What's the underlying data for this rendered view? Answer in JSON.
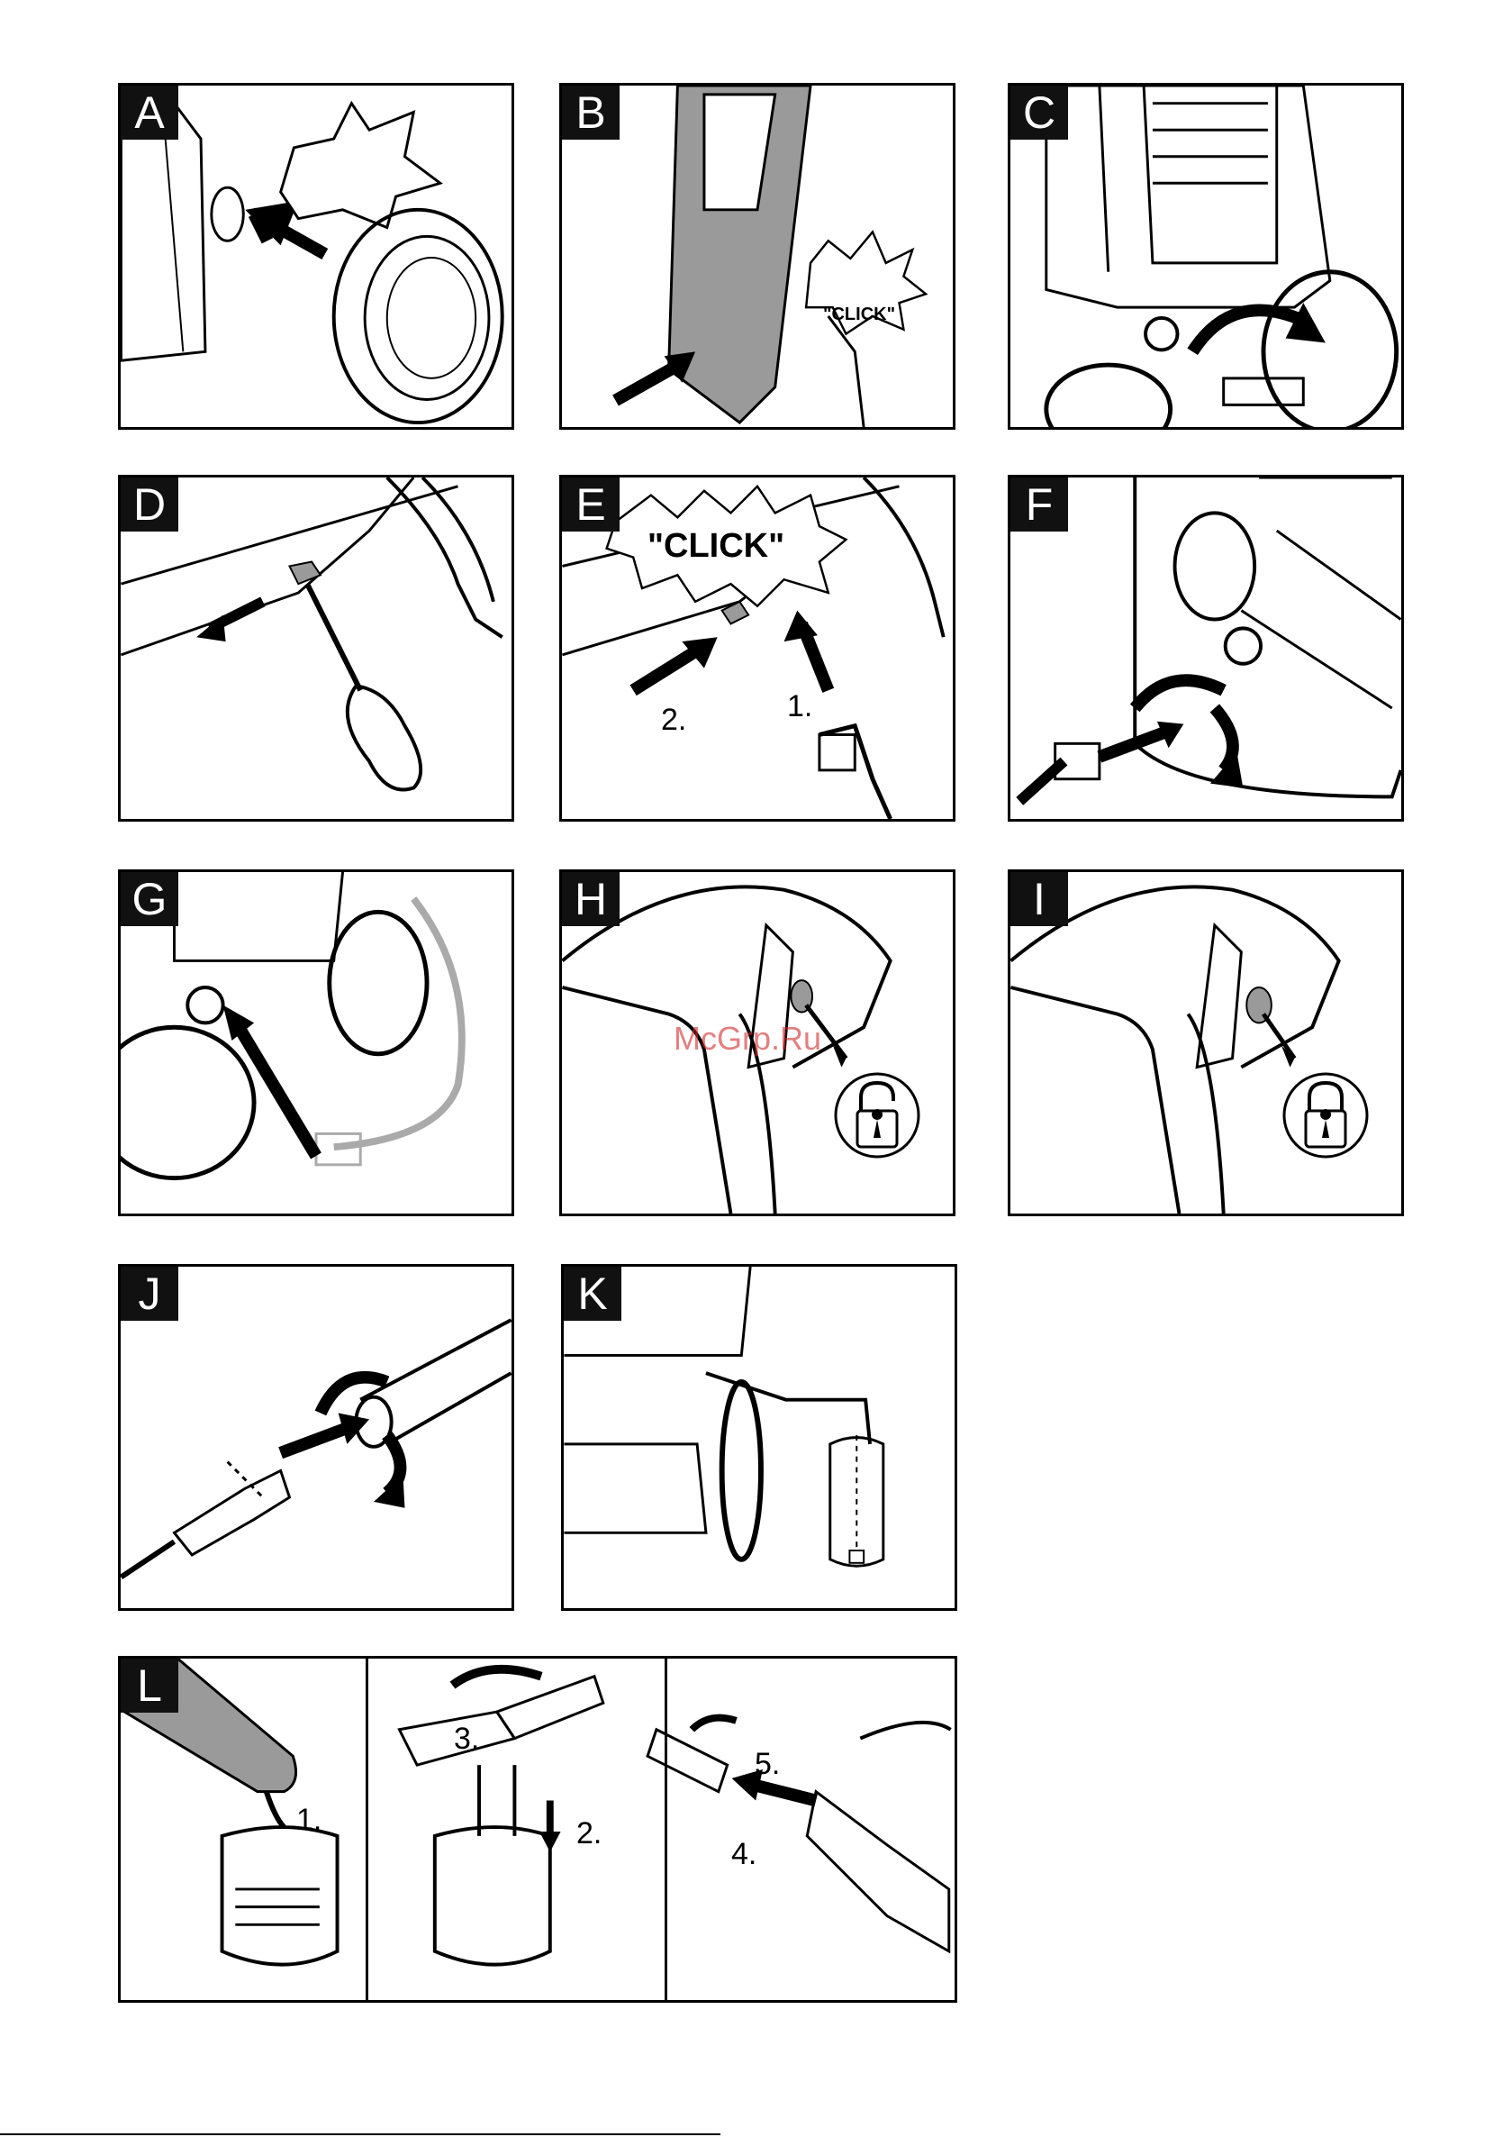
{
  "panels": {
    "A": {
      "letter": "A"
    },
    "B": {
      "letter": "B",
      "click": "\"CLICK\""
    },
    "C": {
      "letter": "C"
    },
    "D": {
      "letter": "D"
    },
    "E": {
      "letter": "E",
      "click": "\"CLICK\"",
      "step1": "1.",
      "step2": "2."
    },
    "F": {
      "letter": "F"
    },
    "G": {
      "letter": "G"
    },
    "H": {
      "letter": "H",
      "icon": "unlock-icon"
    },
    "I": {
      "letter": "I",
      "icon": "lock-icon"
    },
    "J": {
      "letter": "J"
    },
    "K": {
      "letter": "K"
    },
    "L": {
      "letter": "L",
      "step1": "1.",
      "step2": "2.",
      "step3": "3.",
      "step4": "4.",
      "step5": "5."
    }
  },
  "watermark": "McGrp.Ru",
  "colors": {
    "ink": "#000000",
    "tint": "#9a9a9a",
    "watermark": "#d12b2b"
  }
}
